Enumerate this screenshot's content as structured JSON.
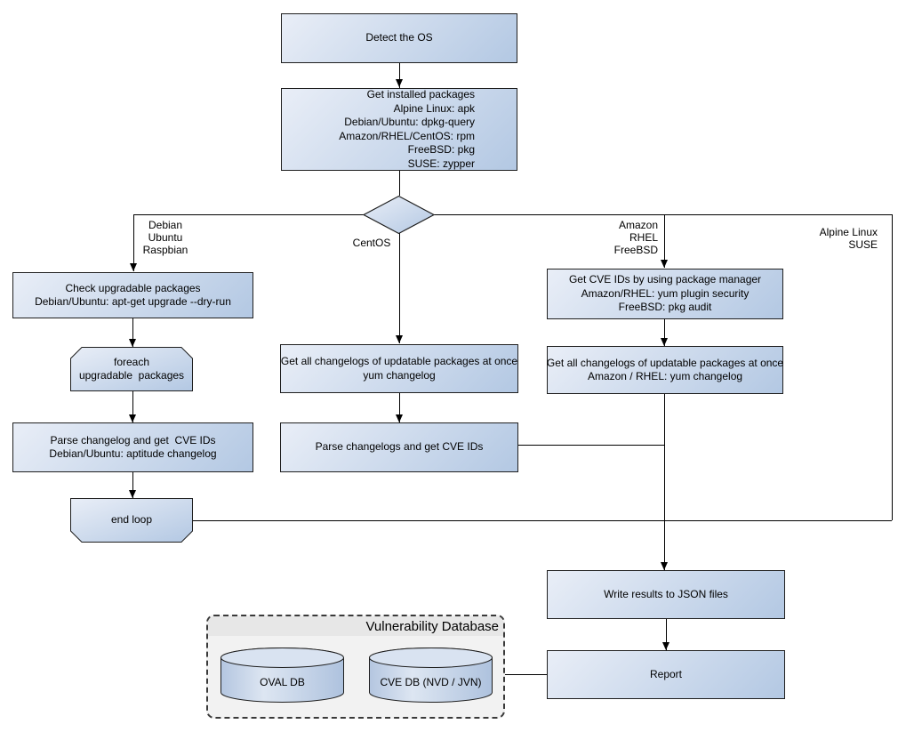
{
  "nodes": {
    "detect_os": {
      "label": "Detect the OS"
    },
    "get_installed": {
      "label": "Get installed packages\nAlpine Linux: apk\nDebian/Ubuntu: dpkg-query\nAmazon/RHEL/CentOS: rpm\nFreeBSD: pkg\nSUSE: zypper"
    },
    "check_upgradable": {
      "label": "Check upgradable packages\nDebian/Ubuntu: apt-get upgrade --dry-run"
    },
    "foreach_loop": {
      "label": "foreach\nupgradable  packages"
    },
    "parse_changelog_deb": {
      "label": "Parse changelog and get  CVE IDs\nDebian/Ubuntu: aptitude changelog"
    },
    "end_loop": {
      "label": "end loop"
    },
    "get_changelogs_centos": {
      "label": "Get all changelogs of updatable packages at once\nyum changelog"
    },
    "parse_changelogs_centos": {
      "label": "Parse changelogs and get CVE IDs"
    },
    "get_cve_pkg_manager": {
      "label": "Get CVE IDs by using package manager\nAmazon/RHEL: yum plugin security\nFreeBSD: pkg audit"
    },
    "get_changelogs_amazon": {
      "label": "Get all changelogs of updatable packages at once\nAmazon / RHEL: yum changelog"
    },
    "write_json": {
      "label": "Write results to JSON files"
    },
    "report": {
      "label": "Report"
    }
  },
  "branch_labels": {
    "debian": "Debian\nUbuntu\nRaspbian",
    "centos": "CentOS",
    "amazon": "Amazon\nRHEL\nFreeBSD",
    "alpine": "Alpine Linux\nSUSE"
  },
  "vulndb": {
    "title": "Vulnerability Database",
    "oval_db": {
      "label": "OVAL DB"
    },
    "cve_db": {
      "label": "CVE DB (NVD / JVN)"
    }
  },
  "colors": {
    "node_gradient_start": "#e9eef7",
    "node_gradient_end": "#b3c8e3",
    "node_border": "#1f1f1f",
    "connector": "#000000",
    "container_fill": "#f2f2f2",
    "container_header_fill": "#e7e7e7",
    "container_border": "#3a3a3a"
  }
}
